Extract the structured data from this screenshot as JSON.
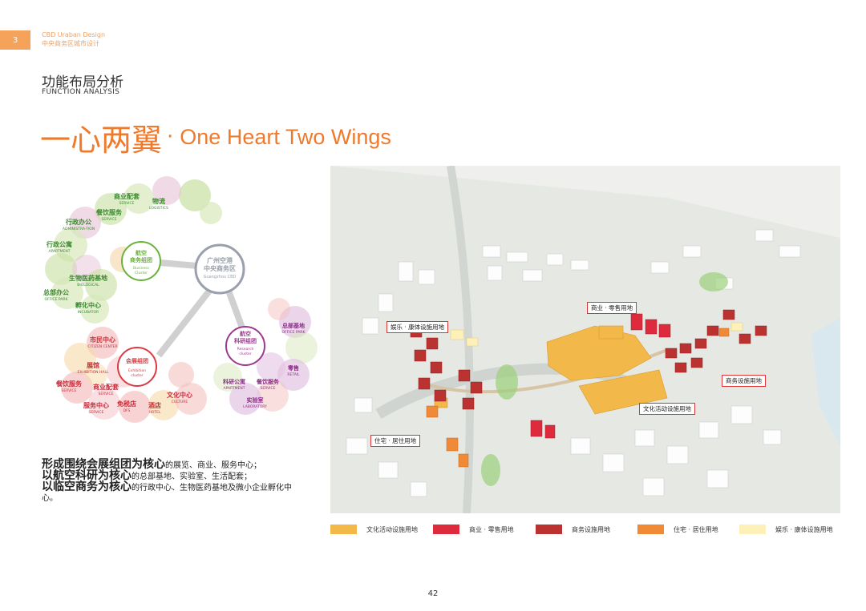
{
  "header": {
    "page_badge": "3",
    "line1": "CBD Uraban Design",
    "line2": "中央商务区城市设计"
  },
  "section": {
    "title_cn": "功能布局分析",
    "title_en": "FUNCTION ANALYSIS"
  },
  "headline": {
    "cn": "一心两翼",
    "dot": "·",
    "en": "One Heart Two Wings"
  },
  "diagram": {
    "hubs": [
      {
        "cn1": "航空",
        "cn2": "商务组团",
        "en1": "Business",
        "en2": "Cluster",
        "color": "#6ab23c"
      },
      {
        "cn1": "广州空港",
        "cn2": "中央商务区",
        "en1": "Guangzhou CBD",
        "en2": "",
        "color": "#9aa0ab"
      },
      {
        "cn1": "航空",
        "cn2": "科研组团",
        "en1": "Research",
        "en2": "cluster",
        "color": "#9b3a8c"
      },
      {
        "cn1": "会展组团",
        "cn2": "",
        "en1": "Exhibition",
        "en2": "cluster",
        "color": "#dc3b44"
      }
    ],
    "green_labels": [
      {
        "cn": "商业配套",
        "en": "SERVICE"
      },
      {
        "cn": "物流",
        "en": "LOGISTICS"
      },
      {
        "cn": "餐饮服务",
        "en": "SERVICE"
      },
      {
        "cn": "行政办公",
        "en": "ADMINISTRA-TION"
      },
      {
        "cn": "行政公寓",
        "en": "APARTMENT"
      },
      {
        "cn": "生物医药基地",
        "en": "BIOLOGICAL"
      },
      {
        "cn": "总部办公",
        "en": "OFFICE PARK"
      },
      {
        "cn": "孵化中心",
        "en": "INCUBATOR"
      }
    ],
    "red_labels": [
      {
        "cn": "市民中心",
        "en": "CITIZEN CENTER"
      },
      {
        "cn": "展馆",
        "en": "EXHIBITION HALL"
      },
      {
        "cn": "餐饮服务",
        "en": "SERVICE"
      },
      {
        "cn": "商业配套",
        "en": "SERVICE"
      },
      {
        "cn": "服务中心",
        "en": "SERVICE"
      },
      {
        "cn": "免税店",
        "en": "DFS"
      },
      {
        "cn": "酒店",
        "en": "HOTEL"
      },
      {
        "cn": "文化中心",
        "en": "CULTURE"
      }
    ],
    "purple_labels": [
      {
        "cn": "总部基地",
        "en": "OFFICE PARK"
      },
      {
        "cn": "零售",
        "en": "RETAIL"
      },
      {
        "cn": "科研公寓",
        "en": "APARTMENT"
      },
      {
        "cn": "餐饮服务",
        "en": "SERVICE"
      },
      {
        "cn": "实验室",
        "en": "LABORATORY"
      }
    ]
  },
  "description": [
    {
      "bold": "形成围绕会展组团为核心",
      "text": "的展览、商业、服务中心；"
    },
    {
      "bold": "以航空科研为核心",
      "text": "的总部基地、实验室、生活配套；"
    },
    {
      "bold": "以临空商务为核心",
      "text": "的行政中心、生物医药基地及微小企业孵化中心。"
    }
  ],
  "map": {
    "callouts": {
      "entertainment": "娱乐 · 康体设施用地",
      "commercial": "商业 · 零售用地",
      "business": "商务设施用地",
      "culture": "文化活动设施用地",
      "residential": "住宅 · 居住用地"
    }
  },
  "legend": [
    {
      "label": "文化活动设施用地",
      "color": "#f3b84a"
    },
    {
      "label": "商业 · 零售用地",
      "color": "#dd2a3c"
    },
    {
      "label": "商务设施用地",
      "color": "#bb3331"
    },
    {
      "label": "住宅 · 居住用地",
      "color": "#f08a36"
    },
    {
      "label": "娱乐 · 康体设施用地",
      "color": "#fdf0b8"
    }
  ],
  "page_number": "42"
}
